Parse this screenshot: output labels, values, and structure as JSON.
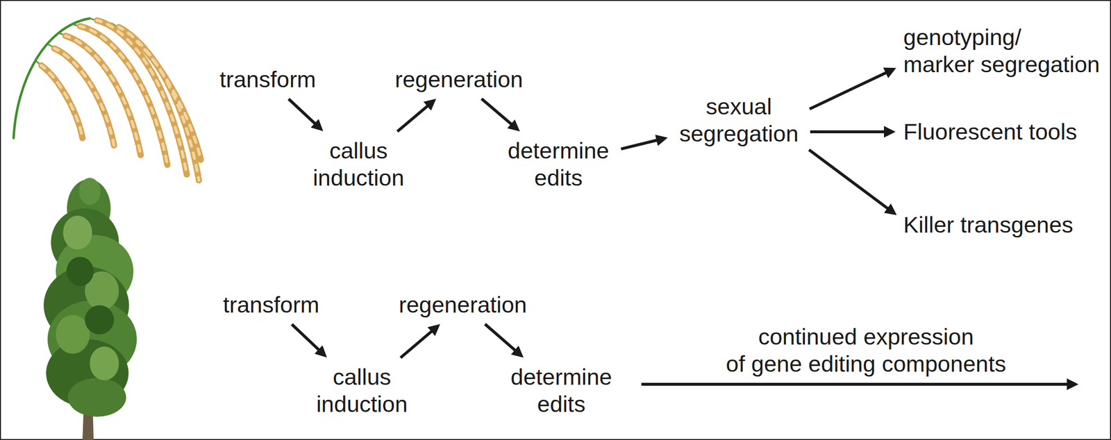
{
  "diagram": {
    "nodes": [
      {
        "text": [
          "transform"
        ]
      },
      {
        "text": [
          "callus induction"
        ]
      },
      {
        "text": [
          "regeneration"
        ]
      },
      {
        "text": [
          "determine edits"
        ]
      },
      {
        "text": [
          "sexual segregation"
        ]
      },
      {
        "text": [
          "genotyping/ marker segregation"
        ]
      },
      {
        "text": [
          "Fluorescent tools"
        ]
      },
      {
        "text": [
          "Killer transgenes"
        ]
      },
      {
        "text": [
          "transform"
        ]
      },
      {
        "text": [
          "callus induction"
        ]
      },
      {
        "text": [
          "regeneration"
        ]
      },
      {
        "text": [
          "determine edits"
        ]
      }
    ],
    "edges": [
      {
        "from": 0,
        "to": 1,
        "arrow": "to"
      },
      {
        "from": 1,
        "to": 2,
        "arrow": "to"
      },
      {
        "from": 2,
        "to": 3,
        "arrow": "to"
      },
      {
        "from": 3,
        "to": 4,
        "arrow": "to"
      },
      {
        "from": 4,
        "to": 5,
        "arrow": "to"
      },
      {
        "from": 4,
        "to": 6,
        "arrow": "to"
      },
      {
        "from": 4,
        "to": 7,
        "arrow": "to"
      },
      {
        "from": 8,
        "to": 9,
        "arrow": "to"
      },
      {
        "from": 9,
        "to": 10,
        "arrow": "to"
      },
      {
        "from": 10,
        "to": 11,
        "arrow": "to"
      }
    ],
    "labels": [
      "continued expression of gene editing components"
    ]
  }
}
